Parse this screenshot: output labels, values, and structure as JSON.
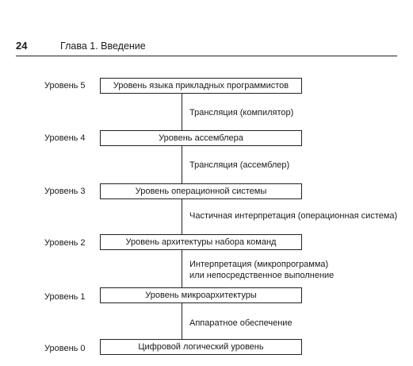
{
  "header": {
    "page_number": "24",
    "chapter_title": "Глава 1. Введение"
  },
  "levels": [
    {
      "label": "Уровень 5",
      "name": "Уровень языка прикладных программистов"
    },
    {
      "label": "Уровень 4",
      "name": "Уровень ассемблера"
    },
    {
      "label": "Уровень 3",
      "name": "Уровень операционной системы"
    },
    {
      "label": "Уровень 2",
      "name": "Уровень архитектуры набора команд"
    },
    {
      "label": "Уровень 1",
      "name": "Уровень микроархитектуры"
    },
    {
      "label": "Уровень 0",
      "name": "Цифровой логический уровень"
    }
  ],
  "transitions": [
    {
      "line1": "Трансляция (компилятор)",
      "line2": ""
    },
    {
      "line1": "Трансляция (ассемблер)",
      "line2": ""
    },
    {
      "line1": "Частичная интерпретация (операционная система)",
      "line2": ""
    },
    {
      "line1": "Интерпретация (микропрограмма)",
      "line2": "или непосредственное выполнение"
    },
    {
      "line1": "Аппаратное обеспечение",
      "line2": ""
    }
  ]
}
